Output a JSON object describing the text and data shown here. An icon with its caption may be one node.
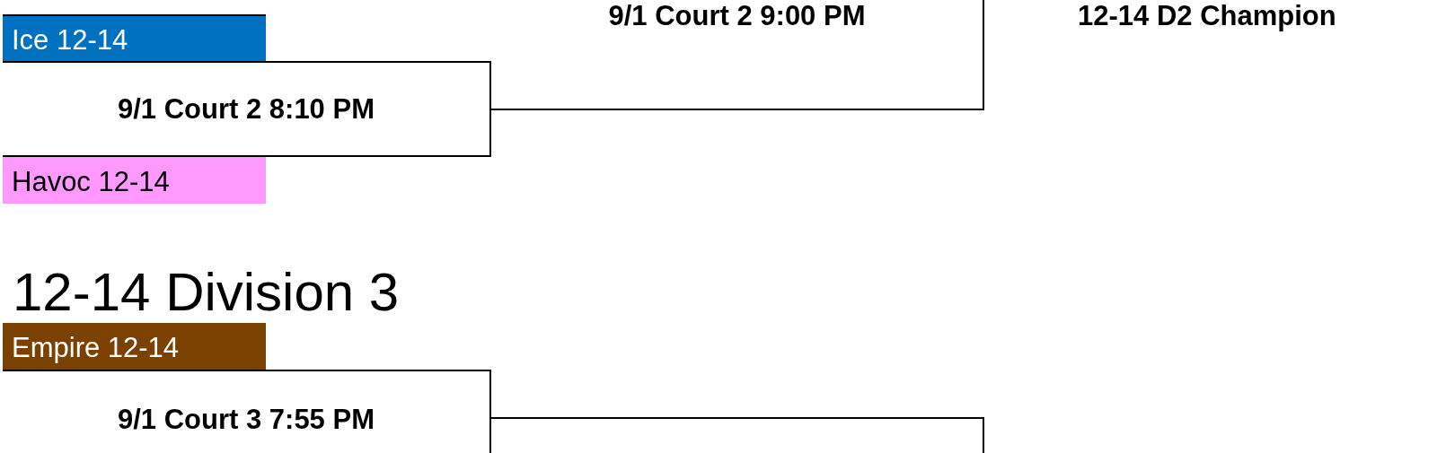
{
  "diagram": {
    "nodes": [
      {
        "text": [
          "9/1 Court 2 9:00 PM"
        ]
      },
      {
        "text": [
          "Ice 12-14"
        ]
      },
      {
        "text": [
          "9/1 Court 2 8:10 PM"
        ]
      },
      {
        "text": [
          "Havoc 12-14"
        ]
      },
      {
        "text": [
          "Empire 12-14"
        ]
      },
      {
        "text": [
          "9/1 Court 3 7:55 PM"
        ]
      },
      {
        "text": [],
        "shape": "box"
      }
    ],
    "labels": [
      "12-14 D2 Champion",
      "12-14 Division 3"
    ]
  }
}
